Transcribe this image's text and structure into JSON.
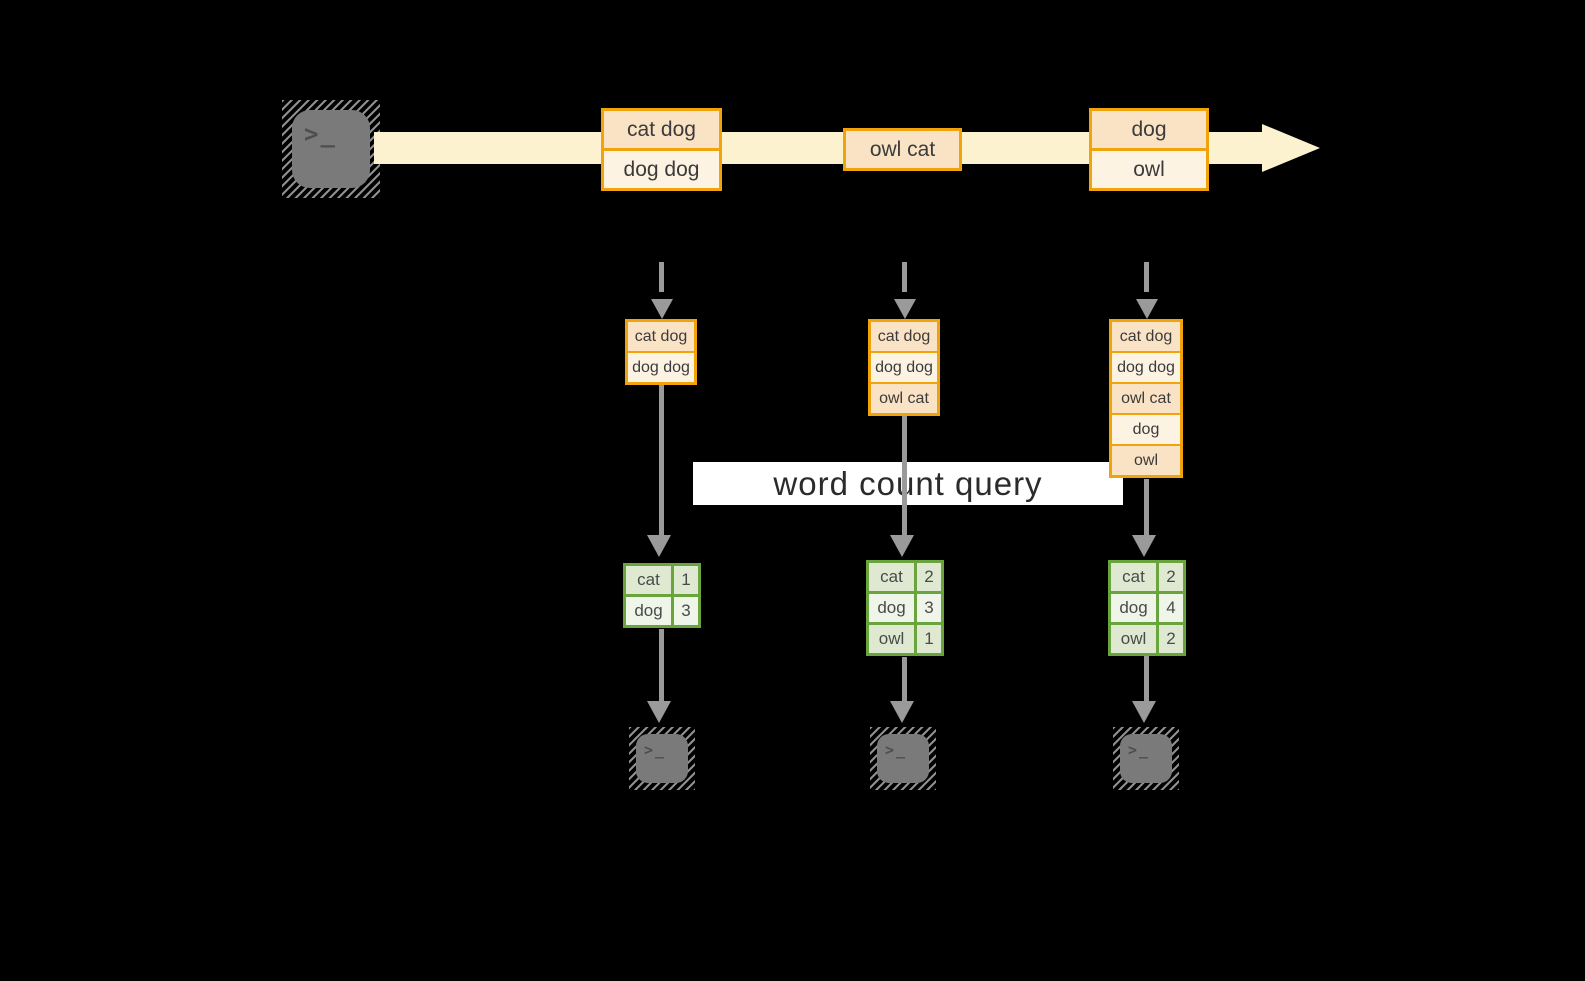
{
  "query_label": "word count query",
  "stream": {
    "boxes": [
      {
        "cells": [
          "cat dog",
          "dog dog"
        ]
      },
      {
        "cells": [
          "owl cat"
        ]
      },
      {
        "cells": [
          "dog",
          "owl"
        ]
      }
    ]
  },
  "columns": [
    {
      "stack": [
        "cat dog",
        "dog dog"
      ],
      "table": [
        {
          "word": "cat",
          "count": "1"
        },
        {
          "word": "dog",
          "count": "3"
        }
      ]
    },
    {
      "stack": [
        "cat dog",
        "dog dog",
        "owl cat"
      ],
      "table": [
        {
          "word": "cat",
          "count": "2"
        },
        {
          "word": "dog",
          "count": "3"
        },
        {
          "word": "owl",
          "count": "1"
        }
      ]
    },
    {
      "stack": [
        "cat dog",
        "dog dog",
        "owl cat",
        "dog",
        "owl"
      ],
      "table": [
        {
          "word": "cat",
          "count": "2"
        },
        {
          "word": "dog",
          "count": "4"
        },
        {
          "word": "owl",
          "count": "2"
        }
      ]
    }
  ],
  "icons": {
    "terminal_glyph": ">_"
  },
  "colors": {
    "background": "#000000",
    "stream_band": "#fcf2cf",
    "record_border": "#f0a30a",
    "record_fill_dark": "#fae3c5",
    "record_fill_light": "#fdf3e3",
    "table_border": "#6aa43c",
    "table_fill_dark": "#dfe9d2",
    "table_fill_light": "#eff5e9",
    "arrow_gray": "#9a9a9a",
    "terminal_gray": "#7a7a7a",
    "label_background": "#ffffff"
  }
}
